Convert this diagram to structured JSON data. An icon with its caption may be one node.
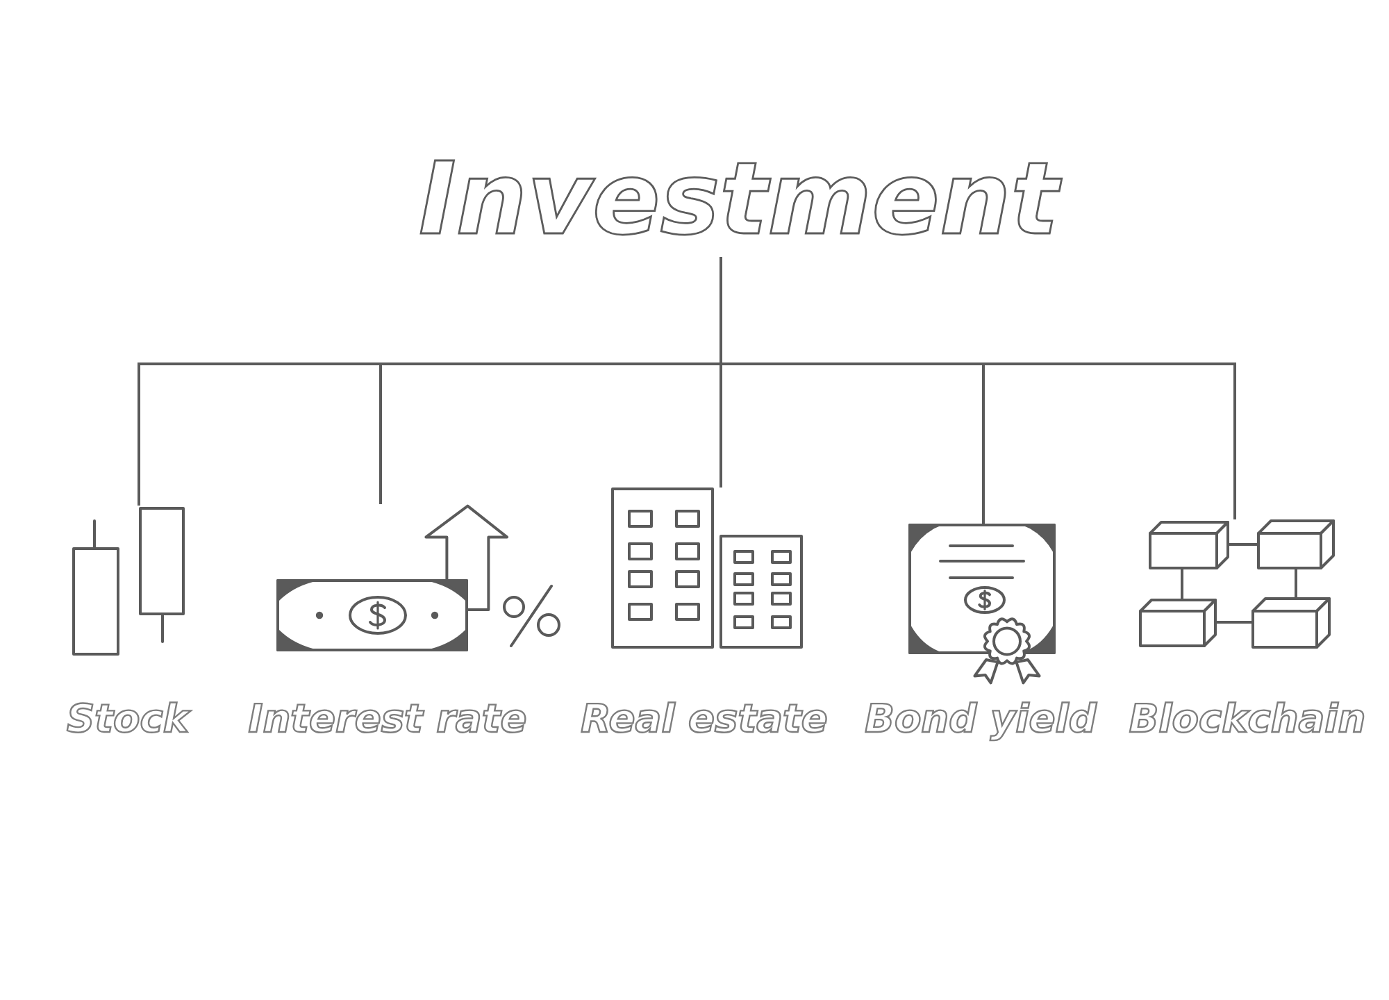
{
  "diagram": {
    "nodes": [
      {
        "text": [
          "Investment"
        ]
      },
      {
        "text": [],
        "shape": "picture",
        "beside": [
          "Stock"
        ]
      },
      {
        "text": [],
        "shape": "picture",
        "beside": [
          "Interest rate"
        ]
      },
      {
        "text": [],
        "shape": "picture",
        "beside": [
          "Real estate"
        ]
      },
      {
        "text": [],
        "shape": "picture",
        "beside": [
          "Bond yield"
        ]
      },
      {
        "text": [],
        "shape": "picture",
        "beside": [
          "Blockchain"
        ]
      }
    ],
    "edges": [
      {
        "from": 0,
        "to": 1,
        "arrow": "none"
      },
      {
        "from": 0,
        "to": 2,
        "arrow": "none"
      },
      {
        "from": 0,
        "to": 3,
        "arrow": "none"
      },
      {
        "from": 0,
        "to": 4,
        "arrow": "none"
      },
      {
        "from": 0,
        "to": 5,
        "arrow": "none"
      }
    ]
  }
}
